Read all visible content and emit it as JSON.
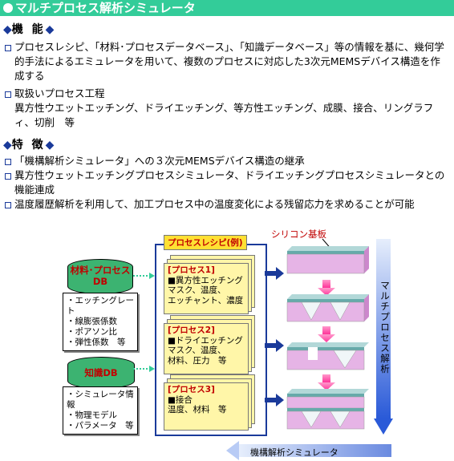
{
  "title": "マルチプロセス解析シミュレータ",
  "features": {
    "heading": "機 能",
    "items": [
      "プロセスレシピ、「材料･プロセスデータベース」、「知識データベース」等の情報を基に、幾何学的手法によるエミュレータを用いて、複数のプロセスに対応した3次元MEMSデバイス構造を作成する",
      "取扱いプロセス工程\n異方性ウエットエッチング、ドライエッチング、等方性エッチング、成膜、接合、リングラフィ、切削　等"
    ]
  },
  "characteristics": {
    "heading": "特 徴",
    "items": [
      "「機構解析シミュレータ」への３次元MEMSデバイス構造の継承",
      "異方性ウェットエッチングプロセスシミュレータ、ドライエッチングプロセスシミュレータとの機能連成",
      "温度履歴解析を利用して、加工プロセス中の温度変化による残留応力を求めることが可能"
    ]
  },
  "diagram": {
    "db1": {
      "label": "材料･プロセス\nDB",
      "notes": [
        "・エッチングレート",
        "・線膨張係数",
        "・ポアソン比",
        "・弾性係数　等"
      ]
    },
    "db2": {
      "label": "知識DB",
      "notes": [
        "・シミュレータ情報",
        "・物理モデル",
        "・パラメータ　等"
      ]
    },
    "recipe_title": "プロセスレシピ(例)",
    "processes": [
      {
        "label": "[プロセス1]",
        "body": "■異方性エッチング\nマスク、温度、\nエッチャント、濃度"
      },
      {
        "label": "[プロセス2]",
        "body": "■ドライエッチング\nマスク、温度、\n材料、圧力　等"
      },
      {
        "label": "[プロセス3]",
        "body": "■接合\n温度、材料　等"
      }
    ],
    "substrate_label": "シリコン基板",
    "vertical_label": "マルチプロセス解析",
    "bottom_label": "機構解析シミュレータ",
    "colors": {
      "accent": "#33cc99",
      "frame": "#1a3a9a",
      "card": "#fff6a8",
      "db": "#3cb371",
      "silicon": "#e6b4e6",
      "pink_arrow": "#ff66aa"
    }
  }
}
